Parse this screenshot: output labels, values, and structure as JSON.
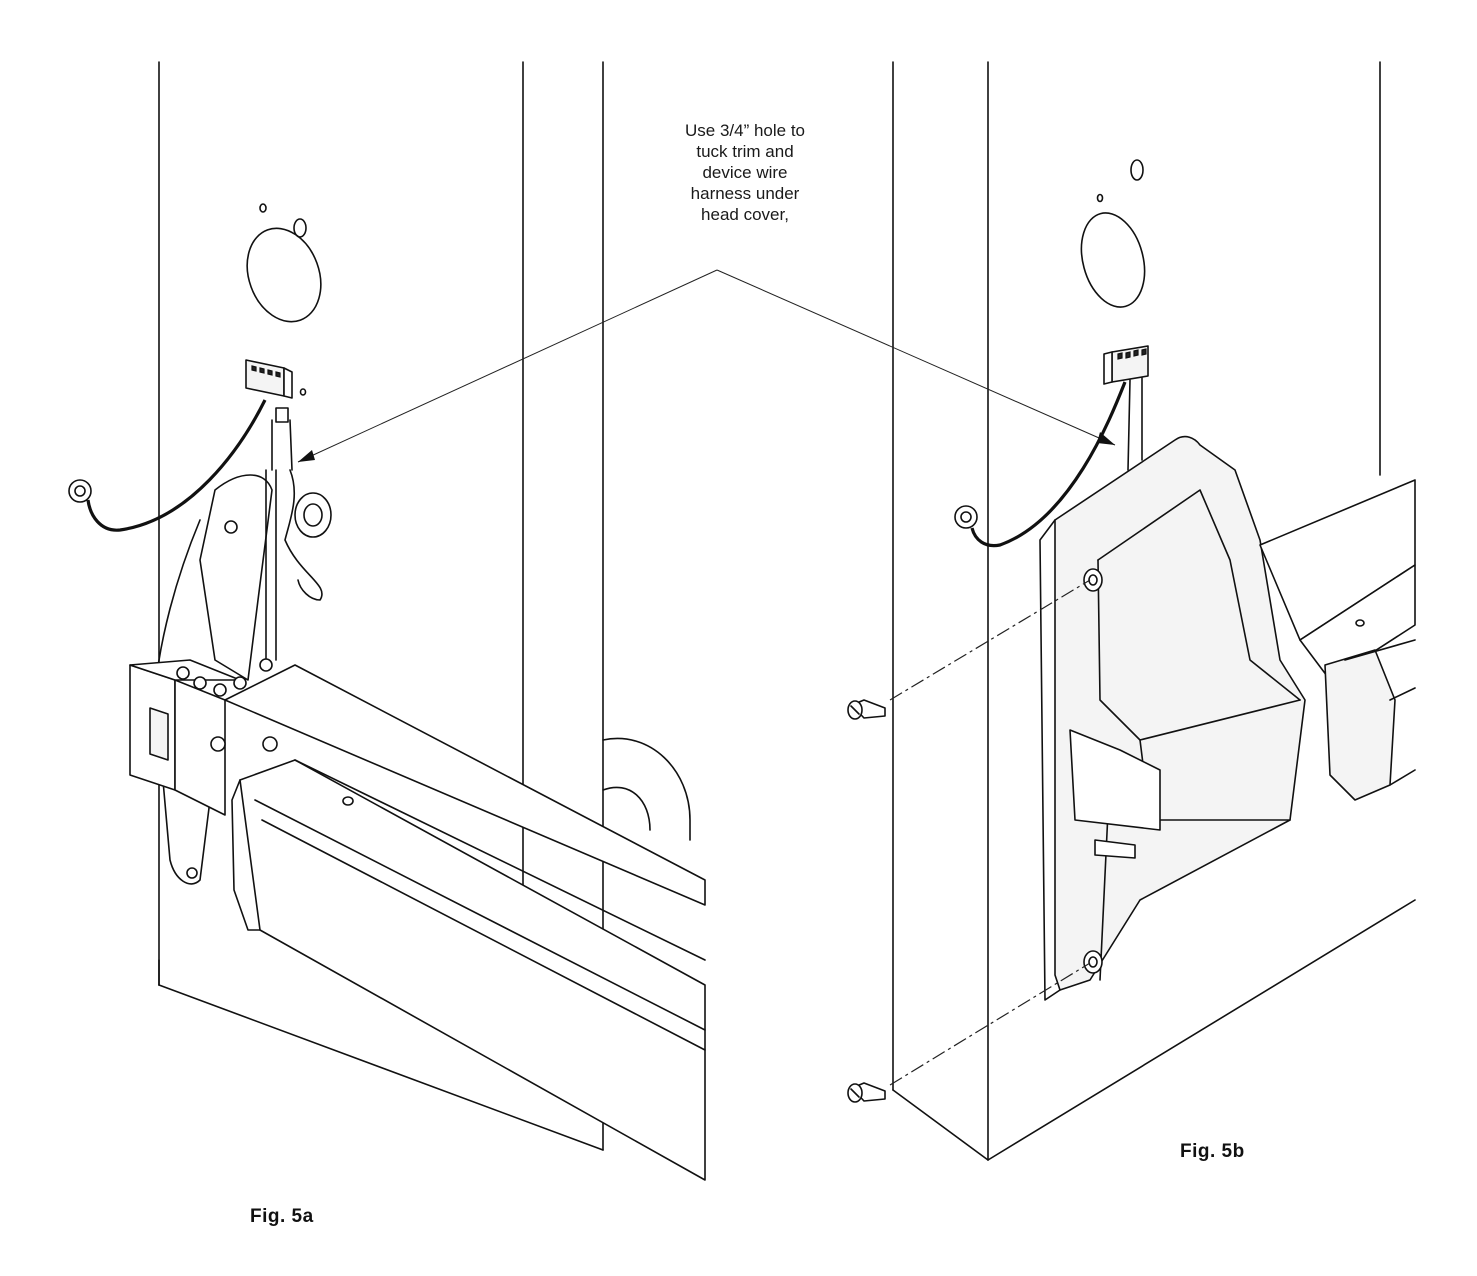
{
  "callout": {
    "lines": [
      "Use 3/4” hole to",
      "tuck trim and",
      "device wire",
      "harness under",
      "head cover,"
    ]
  },
  "figures": {
    "fig_5a": {
      "label": "Fig.  5a"
    },
    "fig_5b": {
      "label": "Fig.  5b"
    }
  },
  "icons": [
    "screw-icon",
    "ring-terminal-icon",
    "wire-connector-icon"
  ]
}
